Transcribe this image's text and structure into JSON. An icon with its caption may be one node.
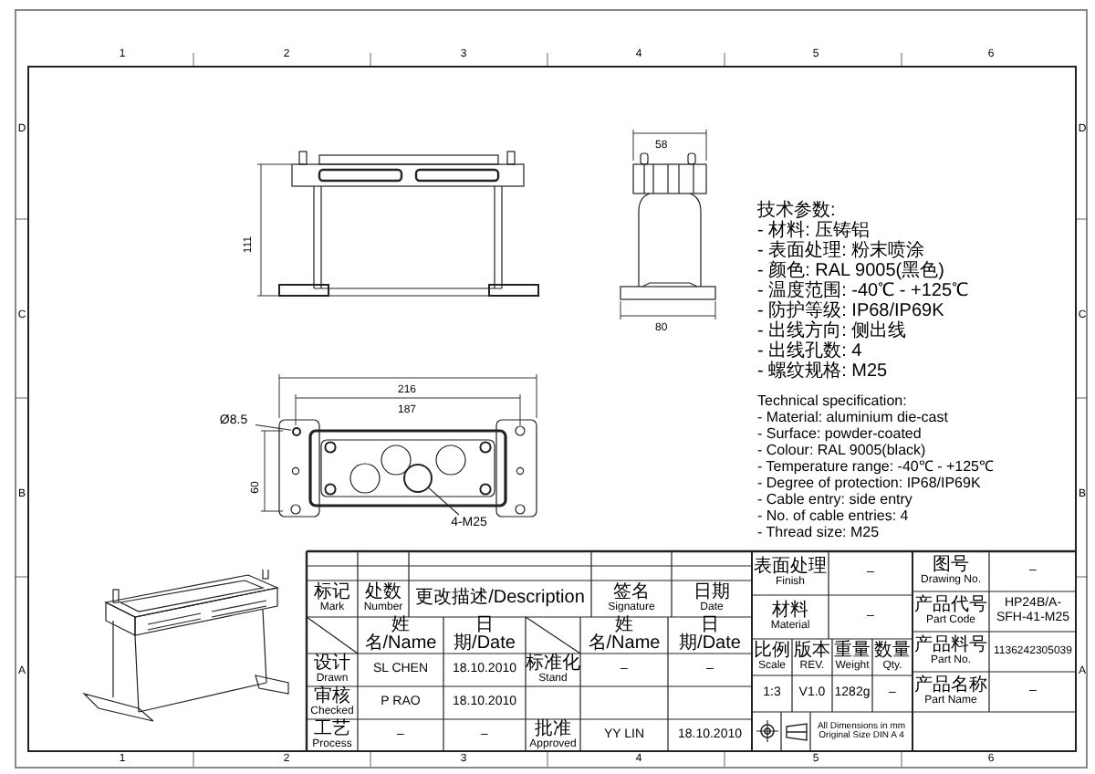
{
  "diagram": {
    "nodes": [
      {
        "text": [
          "Ø8.5"
        ]
      },
      {
        "text": [],
        "shape": "circle"
      },
      {
        "text": [
          "4-M25"
        ]
      },
      {
        "text": [],
        "shape": "circle"
      }
    ],
    "edges": [
      {
        "from": 0,
        "to": 1,
        "arrow": "none"
      },
      {
        "from": 2,
        "to": 3,
        "arrow": "none"
      }
    ],
    "labels": [
      "1",
      "2",
      "3",
      "4",
      "5",
      "6",
      "1",
      "2",
      "3",
      "4",
      "5",
      "6",
      "D",
      "C",
      "B",
      "A",
      "D",
      "C",
      "B",
      "A",
      "111",
      "58",
      "80",
      "216",
      "187",
      "60",
      "技术参数:",
      "- 材料: 压铸铝",
      "- 表面处理: 粉末喷涂",
      "- 颜色: RAL 9005(黑色)",
      "- 温度范围: -40℃ - +125℃",
      "- 防护等级: IP68/IP69K",
      "- 出线方向: 侧出线",
      "- 出线孔数: 4",
      "- 螺纹规格: M25",
      "Technical specification:",
      "- Material: aluminium die-cast",
      "- Surface: powder-coated",
      "- Colour: RAL 9005(black)",
      "- Temperature range: -40℃ - +125℃",
      "- Degree of protection: IP68/IP69K",
      "- Cable entry: side entry",
      "- No. of cable entries: 4",
      "- Thread size: M25",
      "标记",
      "Mark",
      "处数",
      "Number",
      "更改描述/Description",
      "签名",
      "Signature",
      "日期",
      "Date",
      "姓名/Name",
      "日期/Date",
      "姓名/Name",
      "日期/Date",
      "设计",
      "Drawn",
      "SL CHEN",
      "18.10.2010",
      "标准化",
      "Stand",
      "–",
      "–",
      "审核",
      "Checked",
      "P RAO",
      "18.10.2010",
      "工艺",
      "Process",
      "–",
      "–",
      "批准",
      "Approved",
      "YY LIN",
      "18.10.2010",
      "表面处理",
      "Finish",
      "–",
      "材料",
      "Material",
      "–",
      "比例",
      "Scale",
      "版本",
      "REV.",
      "重量",
      "Weight",
      "数量",
      "Qty.",
      "1:3",
      "V1.0",
      "1282g",
      "–",
      "All Dimensions in mm",
      "Original Size DIN A 4",
      "图号",
      "Drawing No.",
      "–",
      "产品代号",
      "Part Code",
      "HP24B/A-SFH-41-M25",
      "产品料号",
      "Part No.",
      "1136242305039",
      "产品名称",
      "Part Name",
      "–"
    ]
  }
}
